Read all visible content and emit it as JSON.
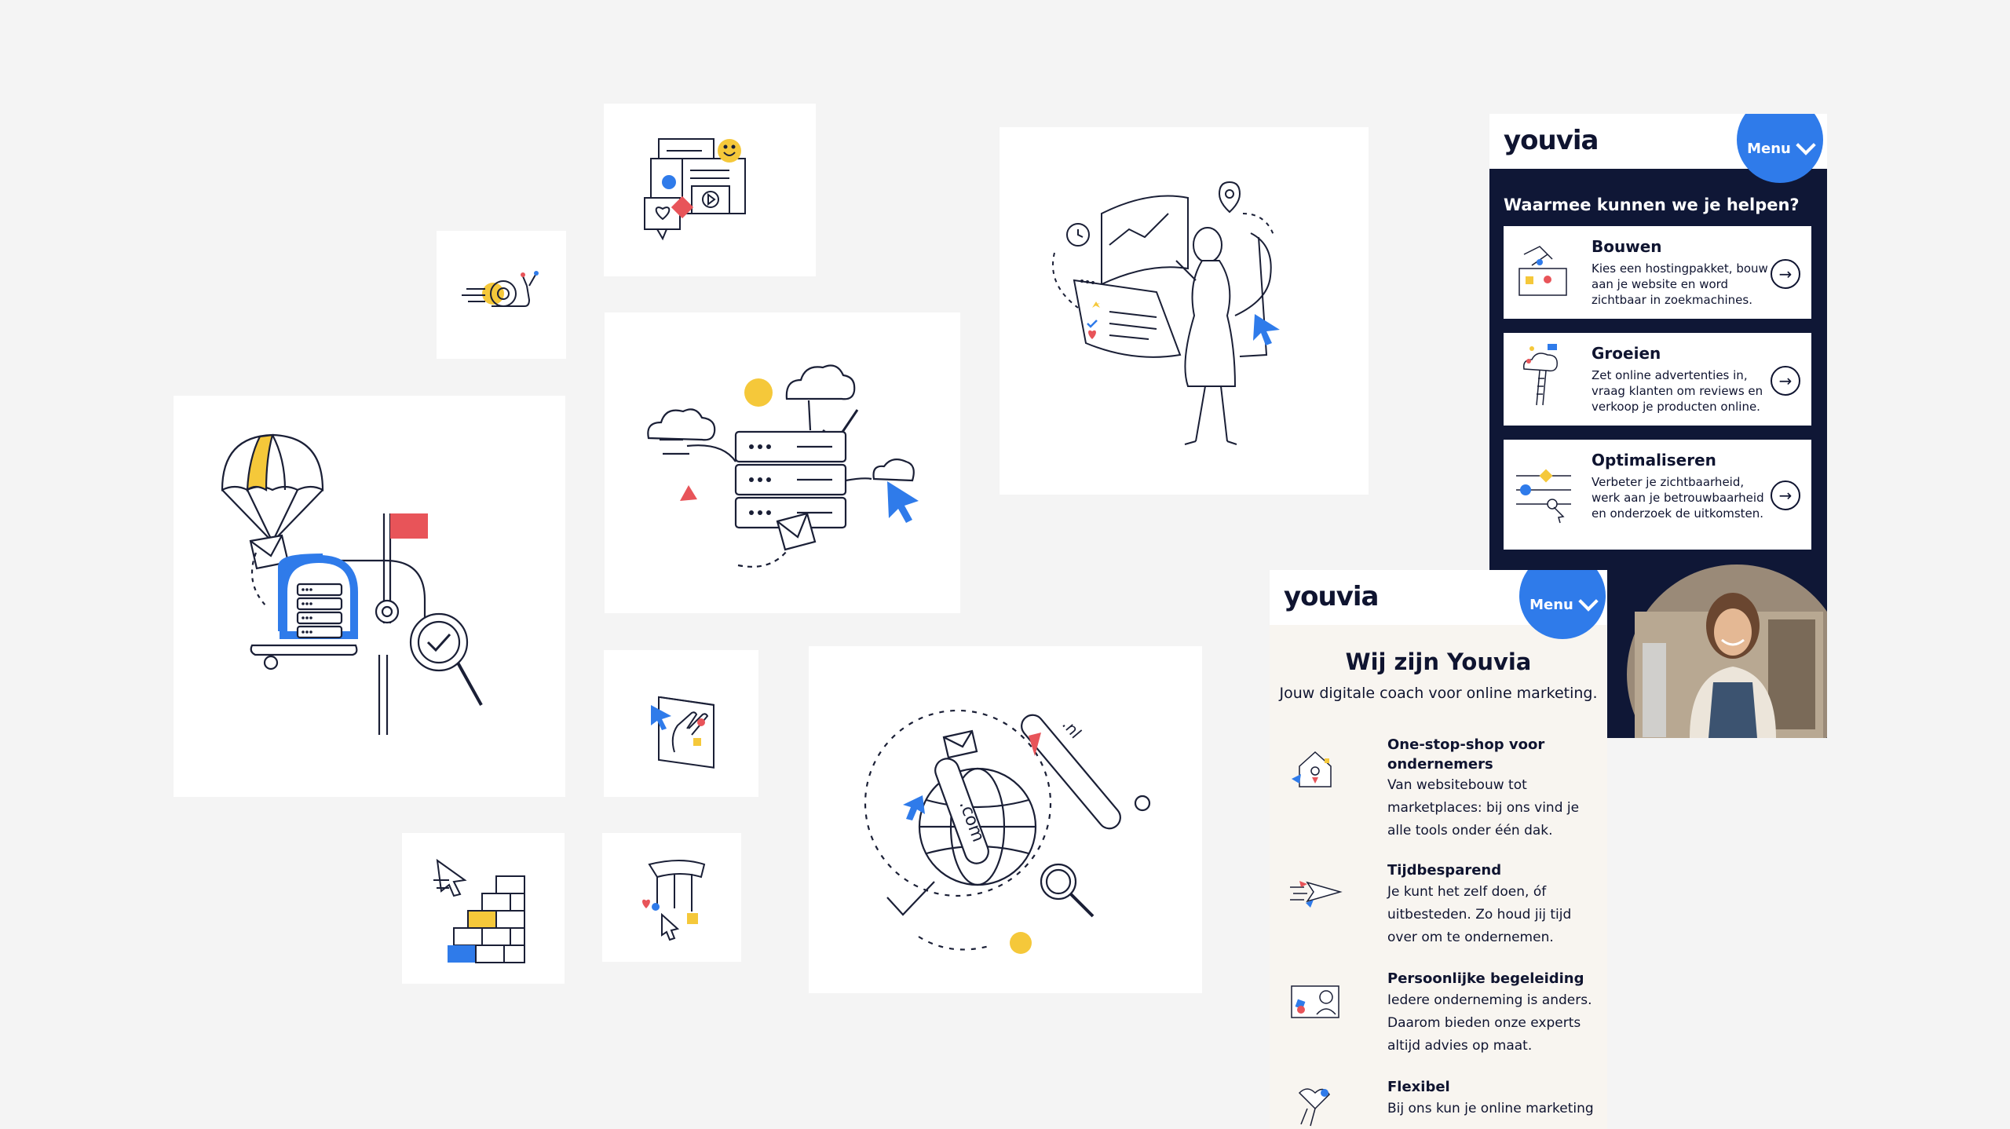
{
  "colors": {
    "navy": "#0f1736",
    "blue": "#2f7bea",
    "yellow": "#f5c83a",
    "red": "#e85459",
    "line": "#1a1f36",
    "background": "#f4f4f4"
  },
  "illustrations": [
    {
      "name": "content-illustration"
    },
    {
      "name": "snail-illustration"
    },
    {
      "name": "cloud-server-illustration"
    },
    {
      "name": "data-woman-illustration"
    },
    {
      "name": "parachute-mailbox-illustration"
    },
    {
      "name": "high-five-illustration"
    },
    {
      "name": "globe-domain-illustration"
    },
    {
      "name": "building-blocks-illustration"
    },
    {
      "name": "puppet-hand-illustration"
    }
  ],
  "phone1": {
    "logo": "youvia",
    "menu_label": "Menu",
    "heading": "Waarmee kunnen we je helpen?",
    "services": [
      {
        "title": "Bouwen",
        "text": "Kies een hostingpakket, bouw aan je website en word zichtbaar in zoekmachines.",
        "icon": "arrow-right-circle-icon"
      },
      {
        "title": "Groeien",
        "text": "Zet online advertenties in, vraag klanten om reviews en verkoop je producten online.",
        "icon": "arrow-right-circle-icon"
      },
      {
        "title": "Optimaliseren",
        "text": "Verbeter je zichtbaarheid, werk aan je betrouwbaarheid en onderzoek de uitkomsten.",
        "icon": "arrow-right-circle-icon"
      }
    ]
  },
  "phone2": {
    "logo": "youvia",
    "menu_label": "Menu",
    "title": "Wij zijn Youvia",
    "subtitle": "Jouw digitale coach voor online marketing.",
    "features": [
      {
        "title": "One-stop-shop voor ondernemers",
        "text": "Van websitebouw tot marketplaces: bij ons vind je alle tools onder één dak."
      },
      {
        "title": "Tijdbesparend",
        "text": "Je kunt het zelf doen, óf uitbesteden. Zo houd jij tijd over om te ondernemen."
      },
      {
        "title": "Persoonlijke begeleiding",
        "text": "Iedere onderneming is anders. Daarom bieden onze experts altijd advies op maat."
      },
      {
        "title": "Flexibel",
        "text": "Bij ons kun je online marketing"
      }
    ]
  }
}
